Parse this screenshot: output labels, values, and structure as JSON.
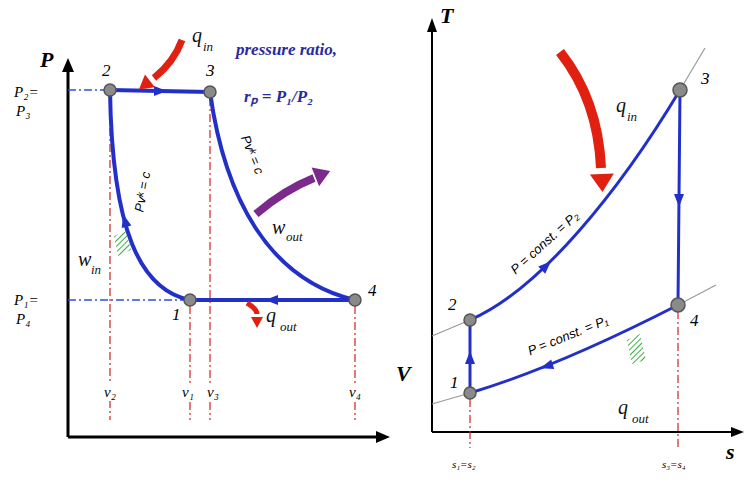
{
  "diagram": {
    "labels": [
      "P",
      "P₂=",
      "P₃",
      "2",
      "3",
      "q",
      "in",
      "pressure ratio,",
      "rₚ = P₁/P₂",
      "Pvᵏ = c",
      "w",
      "out",
      "Pvᵏ = c",
      "w",
      "in",
      "P₁=",
      "P₄",
      "1",
      "4",
      "q",
      "out",
      "v₂",
      "v₁",
      "v₃",
      "v₄",
      "V",
      "T",
      "q",
      "in",
      "3",
      "2",
      "P = const. = P₂",
      "4",
      "P = const. = P₁",
      "q",
      "out",
      "1",
      "s₁=s₂",
      "s₃=s₄",
      "s"
    ]
  }
}
